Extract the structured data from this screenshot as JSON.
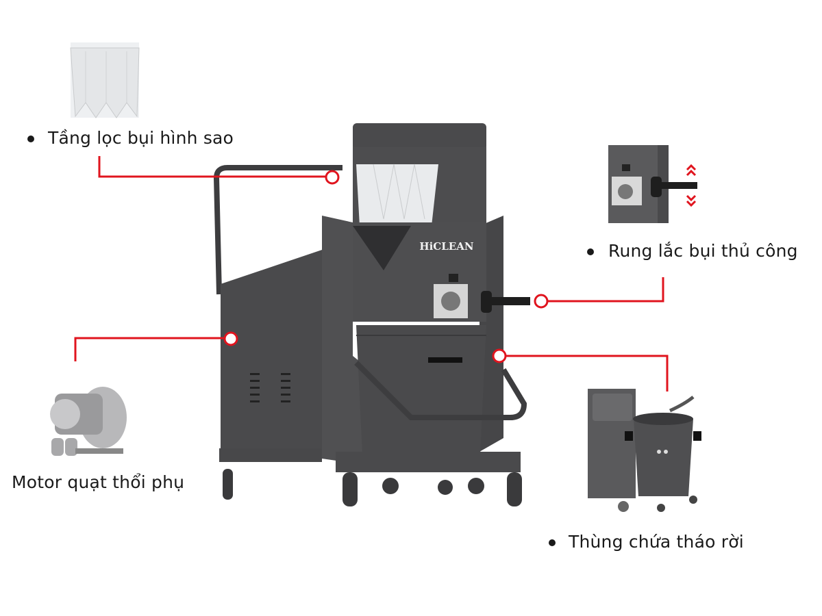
{
  "brand": {
    "logo_text": "HiCLEAN"
  },
  "features": [
    {
      "label": "Tầng lọc bụi hình sao",
      "icon": "star-filter-icon"
    },
    {
      "label": "Rung lắc bụi thủ công",
      "icon": "shaker-handle-icon"
    },
    {
      "label": "Motor quạt thổi phụ",
      "icon": "blower-motor-icon"
    },
    {
      "label": "Thùng chứa tháo rời",
      "icon": "dust-bin-icon"
    }
  ],
  "colors": {
    "callout": "#e0141e",
    "body": "#4a4a4c",
    "text": "#1a1a1a"
  }
}
